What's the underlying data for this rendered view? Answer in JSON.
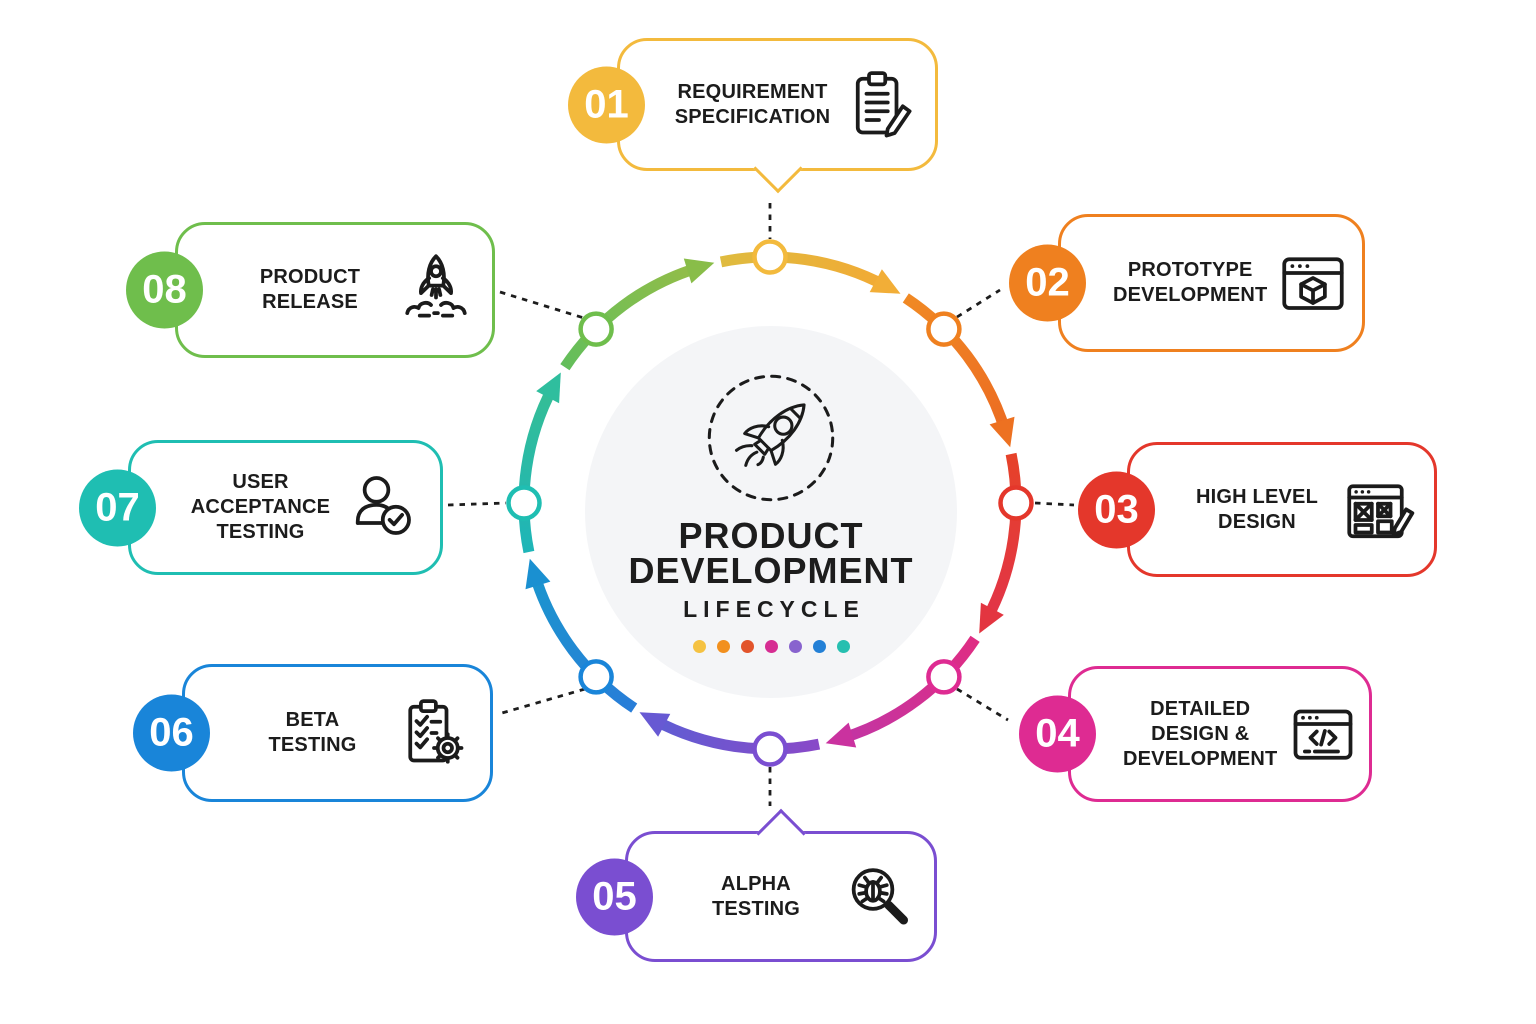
{
  "center": {
    "title_line1": "PRODUCT",
    "title_line2": "DEVELOPMENT",
    "subtitle": "LIFECYCLE",
    "icon": "rocket-icon",
    "dots": [
      "#F5C242",
      "#F2901E",
      "#E2542B",
      "#D62D92",
      "#8863CE",
      "#2380D6",
      "#26BFB0"
    ]
  },
  "stages": [
    {
      "number": "01",
      "lines": [
        "REQUIREMENT",
        "SPECIFICATION"
      ],
      "color": "#F3BA3D",
      "icon": "clipboard-pencil-icon"
    },
    {
      "number": "02",
      "lines": [
        "PROTOTYPE",
        "DEVELOPMENT"
      ],
      "color": "#EF801F",
      "icon": "window-cube-icon"
    },
    {
      "number": "03",
      "lines": [
        "HIGH LEVEL",
        "DESIGN"
      ],
      "color": "#E4372B",
      "icon": "wireframe-pencil-icon"
    },
    {
      "number": "04",
      "lines": [
        "DETAILED",
        "DESIGN &",
        "DEVELOPMENT"
      ],
      "color": "#DE2B92",
      "icon": "code-window-icon"
    },
    {
      "number": "05",
      "lines": [
        "ALPHA",
        "TESTING"
      ],
      "color": "#7A4ED1",
      "icon": "bug-magnifier-icon"
    },
    {
      "number": "06",
      "lines": [
        "BETA",
        "TESTING"
      ],
      "color": "#1985D9",
      "icon": "checklist-gear-icon"
    },
    {
      "number": "07",
      "lines": [
        "USER",
        "ACCEPTANCE",
        "TESTING"
      ],
      "color": "#1FBEB2",
      "icon": "user-check-icon"
    },
    {
      "number": "08",
      "lines": [
        "PRODUCT",
        "RELEASE"
      ],
      "color": "#6FBE4C",
      "icon": "rocket-launch-icon"
    }
  ],
  "ring": {
    "direction": "clockwise",
    "node_count": 8,
    "center_fill": "#F4F5F7",
    "connector_color": "#1d1d1d"
  }
}
